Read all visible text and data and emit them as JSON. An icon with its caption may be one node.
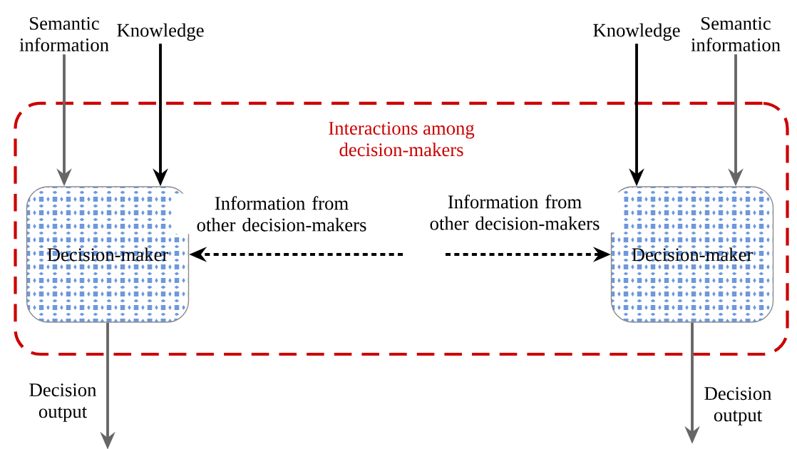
{
  "diagram": {
    "nodes": [
      {
        "text": [
          "Interactions among decision-makers"
        ]
      },
      {
        "text": [
          "Decision-maker"
        ],
        "in": 0
      },
      {
        "text": [
          "Decision-maker"
        ],
        "in": 0
      },
      {
        "text": [
          "Semantic information"
        ]
      },
      {
        "text": [
          "Knowledge"
        ]
      },
      {
        "text": [
          "Knowledge"
        ]
      },
      {
        "text": [
          "Semantic information"
        ]
      }
    ],
    "edges": [
      {
        "from": 3,
        "to": 1,
        "arrow": "to",
        "color": "#666666"
      },
      {
        "from": 4,
        "to": 1,
        "arrow": "to",
        "color": "#000000"
      },
      {
        "from": 5,
        "to": 2,
        "arrow": "to",
        "color": "#000000"
      },
      {
        "from": 6,
        "to": 2,
        "arrow": "to",
        "color": "#666666"
      },
      {
        "from": null,
        "to": 1,
        "arrow": "to",
        "style": "dashed",
        "color": "#000000",
        "label": "Information from other decision-makers"
      },
      {
        "from": null,
        "to": 2,
        "arrow": "to",
        "style": "dashed",
        "color": "#000000",
        "label": "Information from other decision-makers"
      },
      {
        "from": 1,
        "to": null,
        "arrow": "to",
        "color": "#666666",
        "label": "Decision output"
      },
      {
        "from": 2,
        "to": null,
        "arrow": "to",
        "color": "#666666",
        "label": "Decision output"
      }
    ]
  }
}
